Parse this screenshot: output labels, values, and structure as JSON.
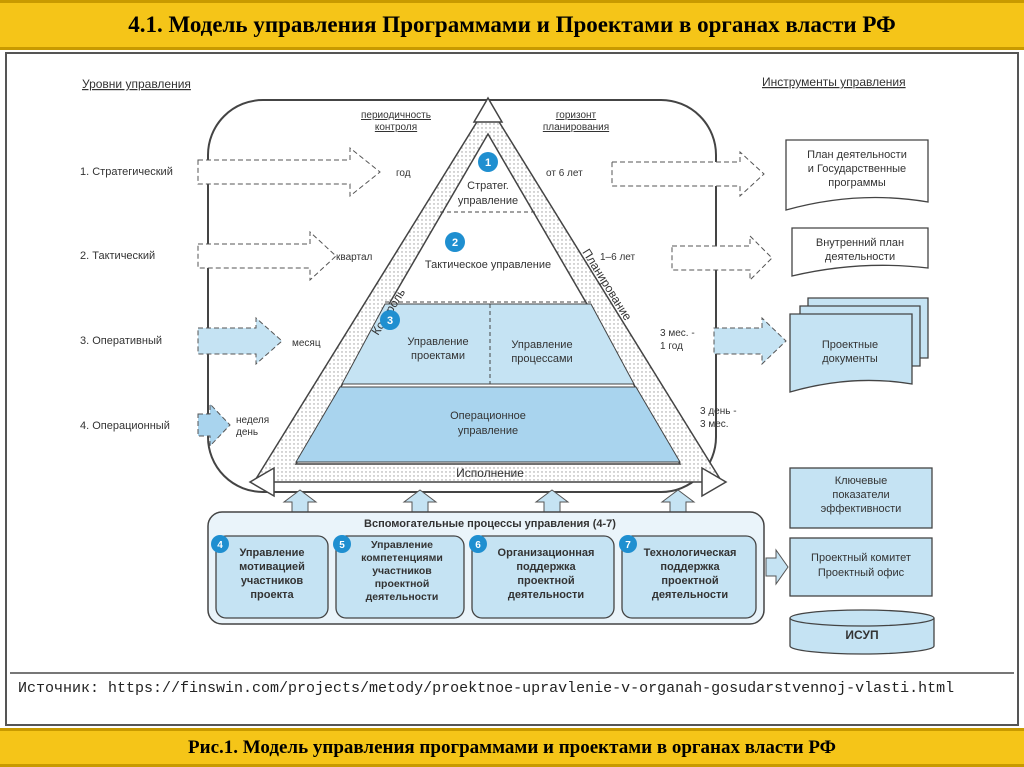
{
  "slide": {
    "title": "4.1. Модель управления Программами и Проектами в органах власти РФ",
    "caption": "Рис.1. Модель управления программами и проектами в органах власти РФ",
    "source": "Источник: https://finswin.com/projects/metody/proektnoe-upravlenie-v-organah-gosudarstvennoj-vlasti.html"
  },
  "diagram": {
    "levels_header": "Уровни управления",
    "tools_header": "Инструменты управления",
    "control_periodicity": [
      "периодичность",
      "контроля"
    ],
    "planning_horizon": [
      "горизонт",
      "планирования"
    ],
    "control_label": "Контроль",
    "planning_label": "Планирование",
    "execution_label": "Исполнение",
    "levels": [
      {
        "name": "1. Стратегический",
        "period": "год",
        "horizon": "от 6 лет"
      },
      {
        "name": "2. Тактический",
        "period": "квартал",
        "horizon": "1–6 лет"
      },
      {
        "name": "3. Оперативный",
        "period": "месяц",
        "horizon": "3 мес. -\n1 год"
      },
      {
        "name": "4. Операционный",
        "period": "неделя\nдень",
        "horizon": "3 день -\n3 мес."
      }
    ],
    "pyramid": {
      "strategic": "Стратег.\nуправление",
      "tactical": "Тактическое управление",
      "projects": "Управление\nпроектами",
      "processes": "Управление\nпроцессами",
      "operational": "Операционное\nуправление",
      "numbers": [
        "1",
        "2",
        "3"
      ]
    },
    "tools": [
      "План деятельности\nи Государственные\nпрограммы",
      "Внутренний план\nдеятельности",
      "Проектные\nдокументы",
      "Ключевые\nпоказатели\nэффективности",
      "Проектный комитет\nПроектный офис",
      "ИСУП"
    ],
    "support": {
      "title": "Вспомогательные процессы управления (4-7)",
      "items": [
        {
          "num": "4",
          "label": "Управление\nмотивацией\nучастников\nпроекта"
        },
        {
          "num": "5",
          "label": "Управление\nкомпетенциями\nучастников\nпроектной\nдеятельности"
        },
        {
          "num": "6",
          "label": "Организационная\nподдержка\nпроектной\nдеятельности"
        },
        {
          "num": "7",
          "label": "Технологическая\nподдержка\nпроектной\nдеятельности"
        }
      ]
    },
    "colors": {
      "fill_light": "#c5e3f3",
      "fill_mid": "#a9d4ee",
      "badge": "#1f8fd0",
      "stroke": "#444444"
    }
  }
}
